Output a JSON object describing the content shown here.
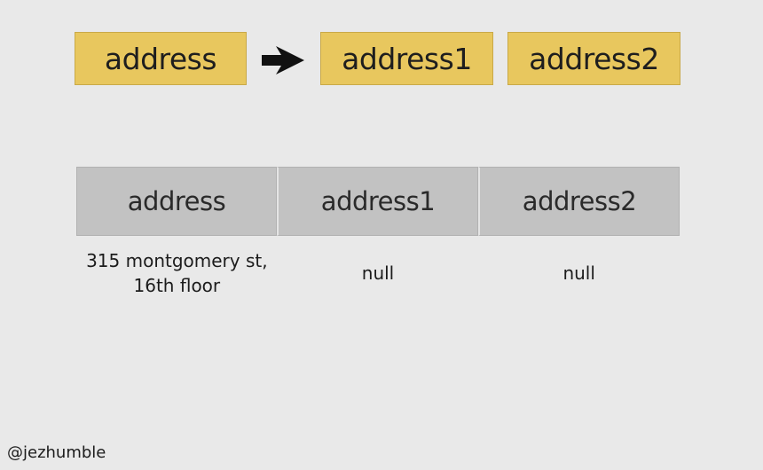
{
  "fields": {
    "source": "address",
    "target1": "address1",
    "target2": "address2"
  },
  "table": {
    "headers": [
      "address",
      "address1",
      "address2"
    ],
    "row": [
      "315 montgomery st,\n16th floor",
      "null",
      "null"
    ]
  },
  "footer": {
    "handle": "@jezhumble"
  },
  "colors": {
    "field_box": "#e8c75e",
    "header_cell": "#c2c2c2",
    "background": "#e9e9e9",
    "arrow": "#111111"
  }
}
